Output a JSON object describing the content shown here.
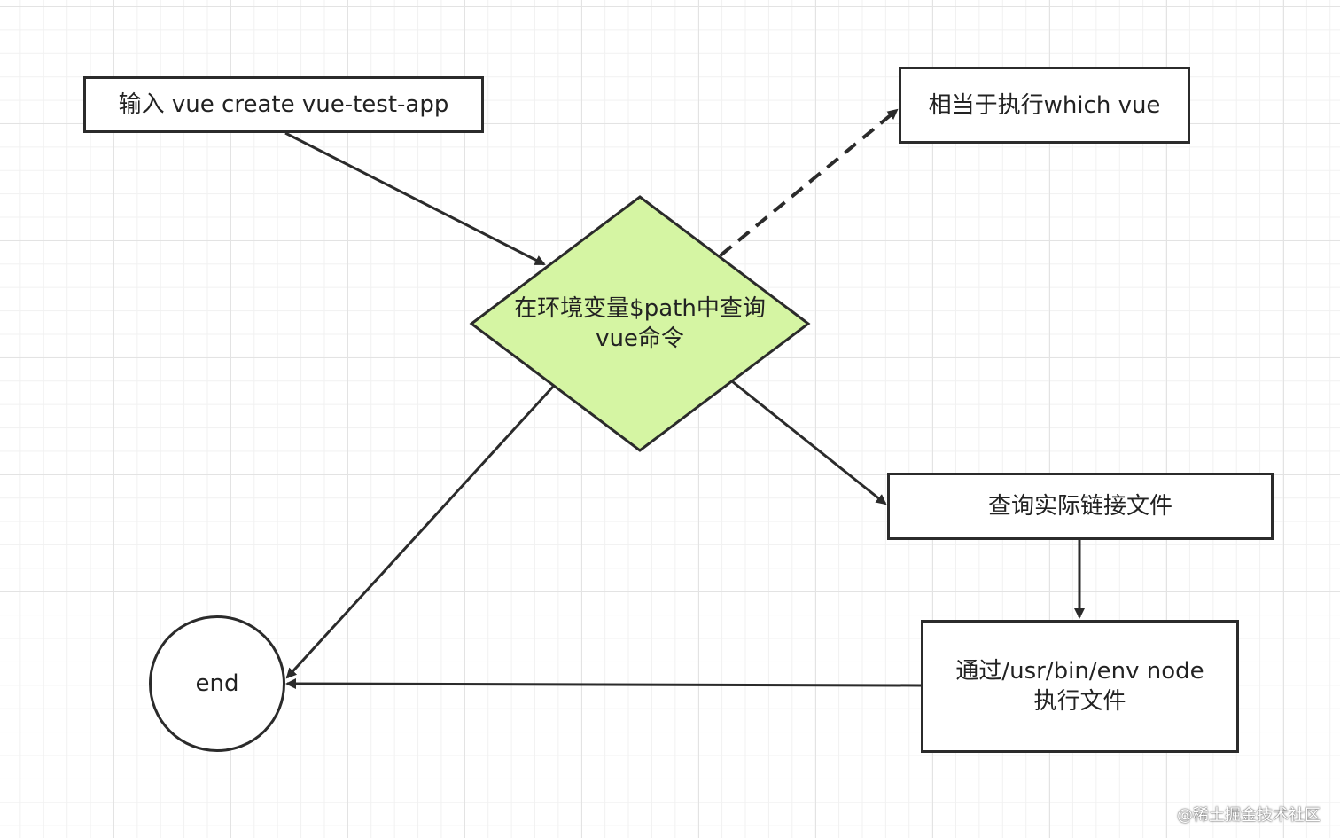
{
  "nodes": {
    "input_command": "输入 vue create vue-test-app",
    "which_vue": "相当于执行which vue",
    "decision_line1": "在环境变量$path中查询",
    "decision_line2": "vue命令",
    "find_link": "查询实际链接文件",
    "exec_line1": "通过/usr/bin/env node",
    "exec_line2": "执行文件",
    "end": "end"
  },
  "colors": {
    "decision_fill": "#d5f5a3",
    "stroke": "#2b2b2b",
    "grid": "#e3e3e3"
  },
  "edges": [
    {
      "from": "input_command",
      "to": "decision",
      "style": "solid"
    },
    {
      "from": "decision",
      "to": "which_vue",
      "style": "dashed"
    },
    {
      "from": "decision",
      "to": "find_link",
      "style": "solid"
    },
    {
      "from": "decision",
      "to": "end",
      "style": "solid"
    },
    {
      "from": "find_link",
      "to": "exec",
      "style": "solid"
    },
    {
      "from": "exec",
      "to": "end",
      "style": "solid"
    }
  ],
  "watermark": "@稀土掘金技术社区"
}
